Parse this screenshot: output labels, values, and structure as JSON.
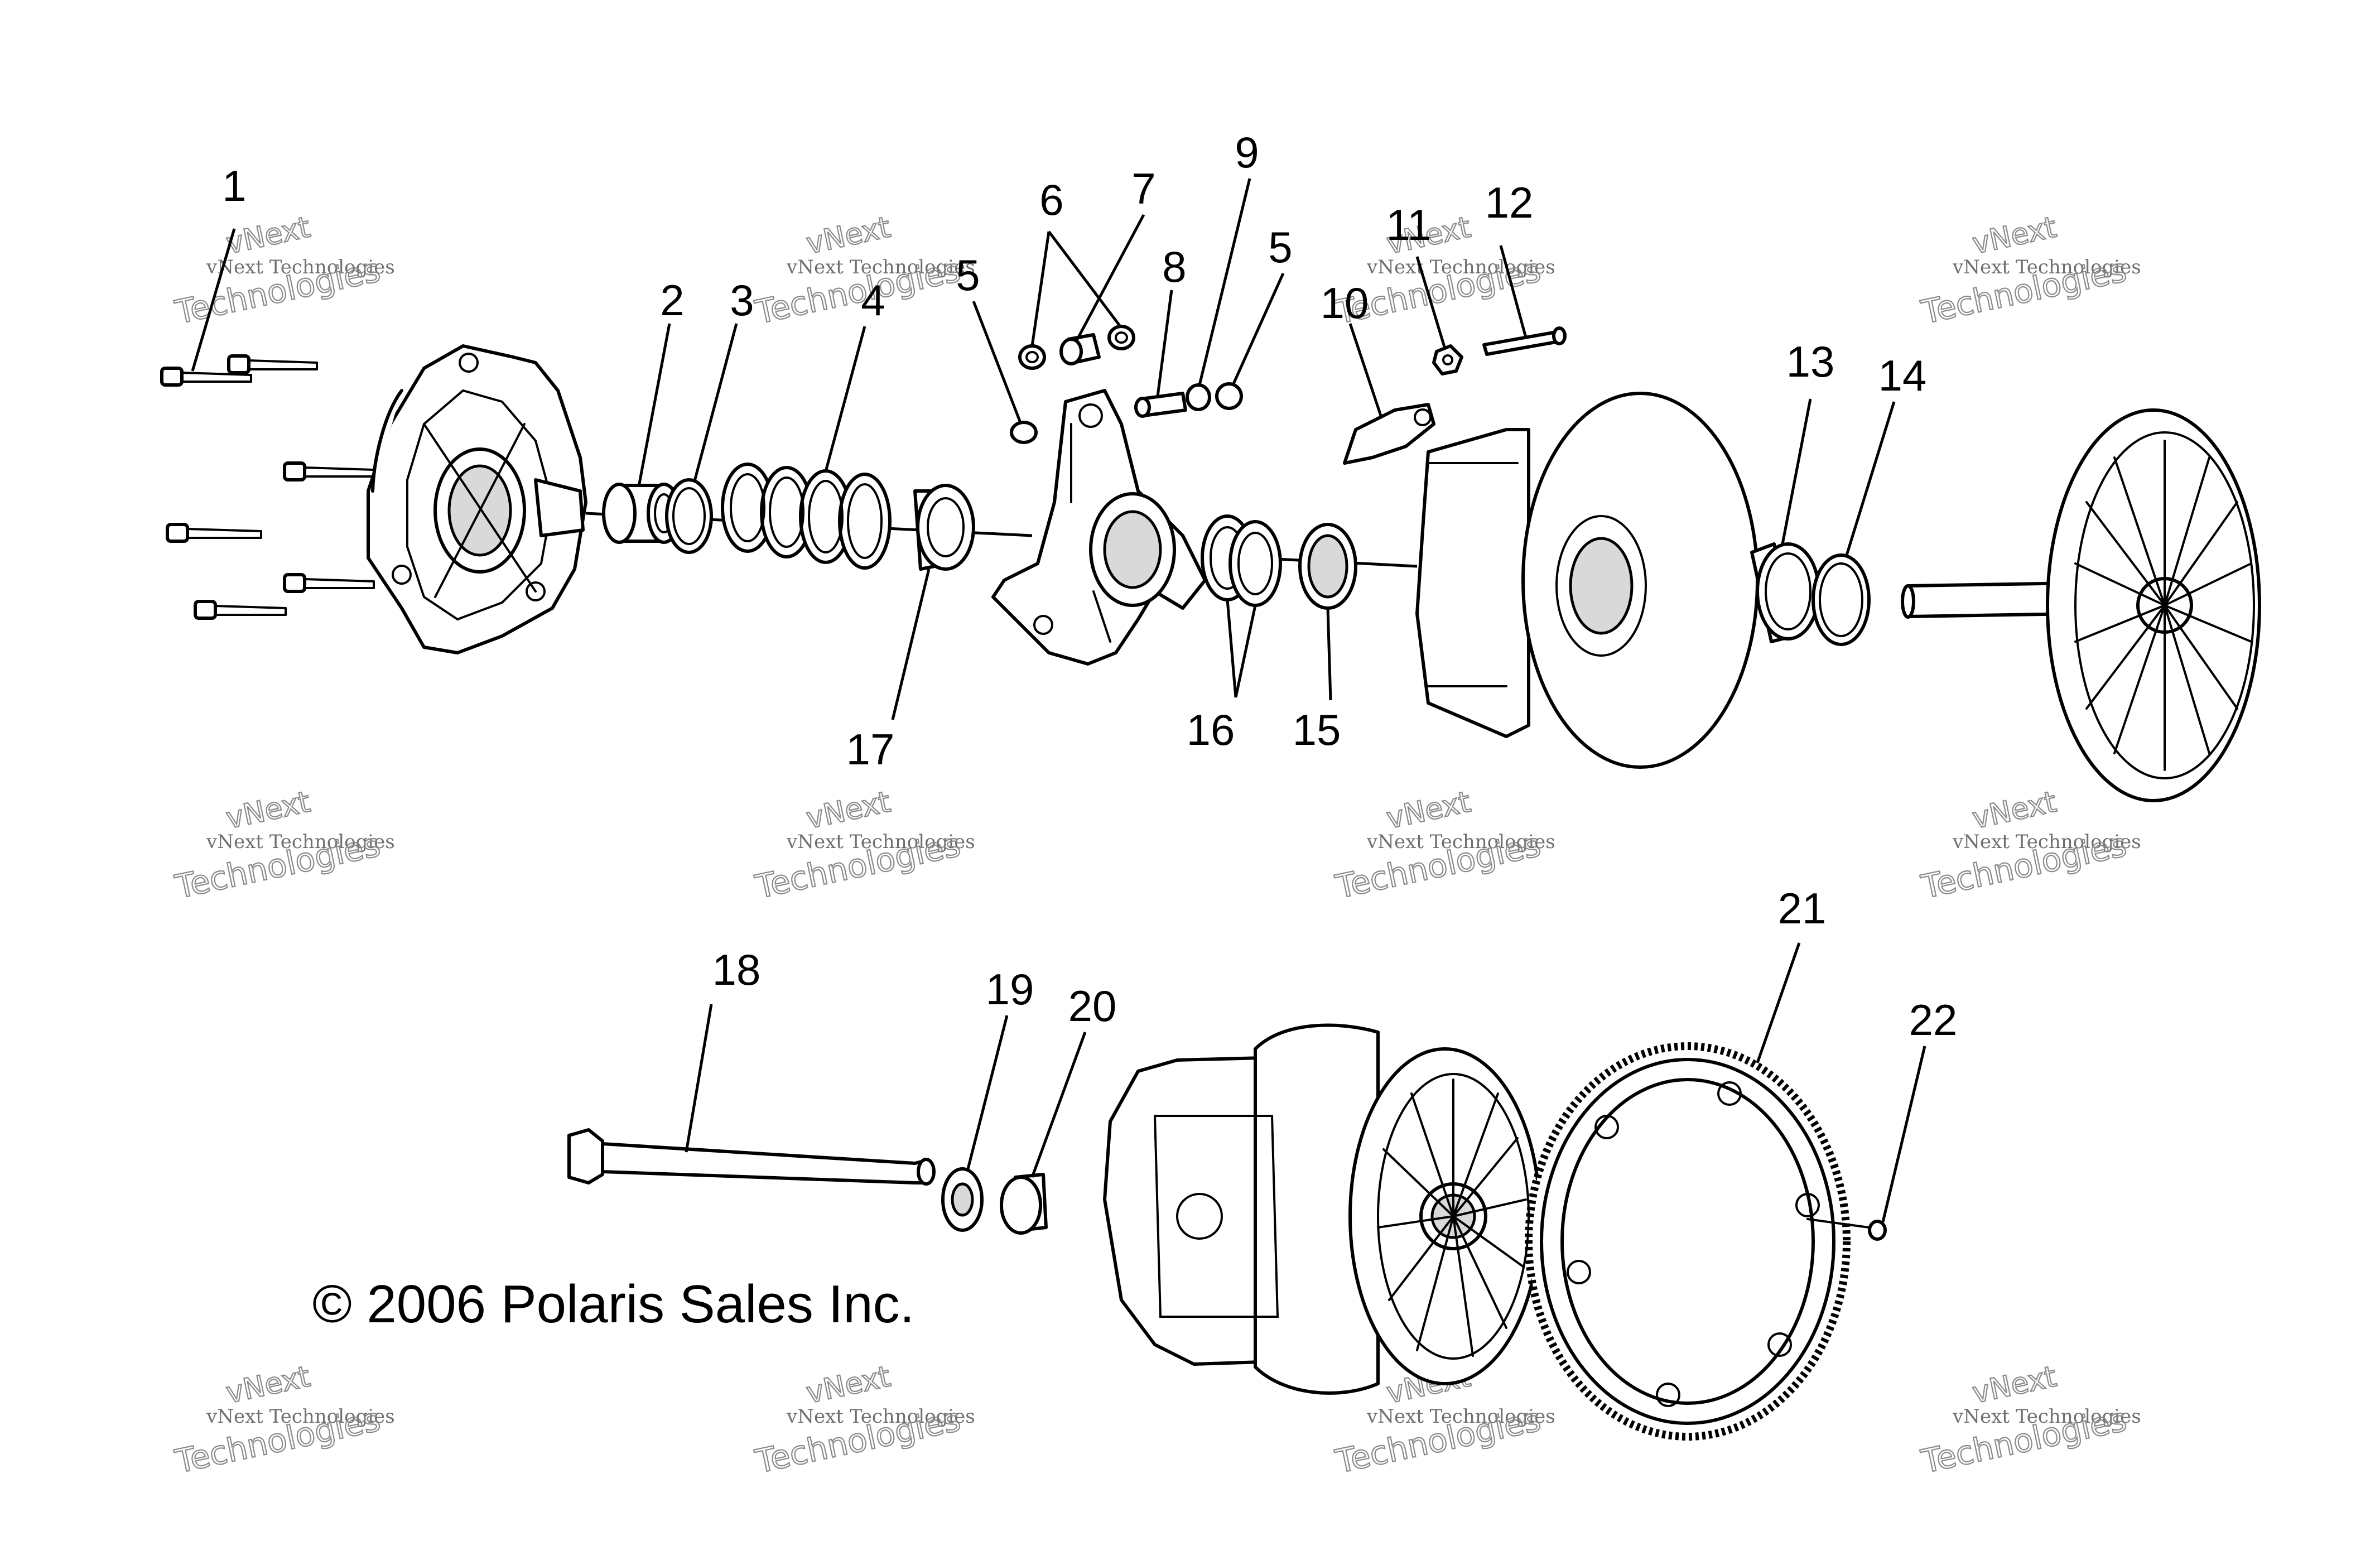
{
  "diagram": {
    "callouts": [
      "1",
      "2",
      "3",
      "4",
      "5",
      "6",
      "7",
      "8",
      "9",
      "5",
      "10",
      "11",
      "12",
      "13",
      "14",
      "17",
      "16",
      "15",
      "18",
      "19",
      "20",
      "21",
      "22"
    ],
    "copyright": "© 2006 Polaris Sales Inc."
  },
  "watermark": {
    "line_small": "vNext Technologies",
    "line_mid": "vNext",
    "line_big": "Technologies"
  }
}
